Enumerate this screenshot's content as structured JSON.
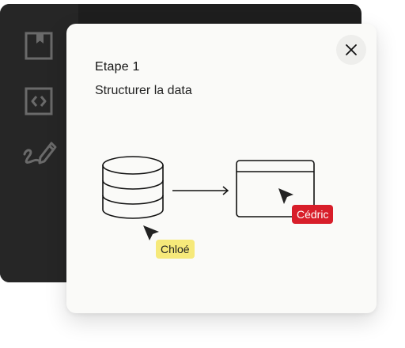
{
  "modal": {
    "step_label": "Etape 1",
    "step_title": "Structurer la data",
    "close_icon": "close-icon"
  },
  "sidebar": {
    "icons": [
      "bookmark-icon",
      "code-icon",
      "pen-signature-icon"
    ]
  },
  "illustration": {
    "source": "database-icon",
    "arrow": "arrow-right-icon",
    "target": "window-icon",
    "cursors": [
      {
        "name": "Chloé",
        "color": "#f6e97a",
        "text_color": "#222222"
      },
      {
        "name": "Cédric",
        "color": "#d81e2a",
        "text_color": "#ffffff"
      }
    ]
  },
  "colors": {
    "back_panel": "#1e1e1e",
    "sidebar": "#262626",
    "card": "#fafaf8",
    "icon_stroke": "#6a6a6a"
  }
}
